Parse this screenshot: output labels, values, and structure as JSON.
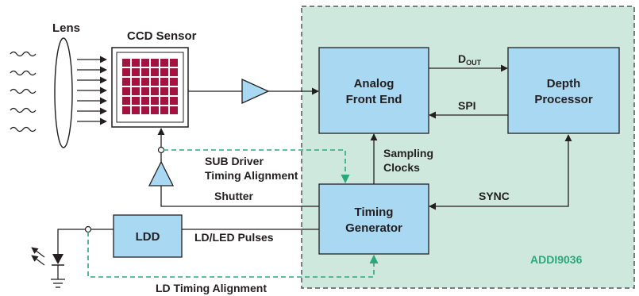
{
  "diagram": {
    "lens_label": "Lens",
    "ccd_label": "CCD Sensor",
    "afe_line1": "Analog",
    "afe_line2": "Front End",
    "depth_line1": "Depth",
    "depth_line2": "Processor",
    "timing_line1": "Timing",
    "timing_line2": "Generator",
    "ldd_label": "LDD",
    "dout_main": "D",
    "dout_sub": "OUT",
    "spi_label": "SPI",
    "sampling_line1": "Sampling",
    "sampling_line2": "Clocks",
    "sync_label": "SYNC",
    "sub_driver_line1": "SUB Driver",
    "sub_driver_line2": "Timing Alignment",
    "shutter_label": "Shutter",
    "ld_led_pulses_label": "LD/LED Pulses",
    "ld_timing_label": "LD Timing Alignment",
    "chip_name": "ADDI9036"
  },
  "colors": {
    "chip_fill": "#cfe8de",
    "chip_border": "#555555",
    "block_fill": "#a9d8f2",
    "block_border": "#231f20",
    "pixel_fill": "#a3133f",
    "dashed_green": "#2aa87a",
    "line": "#231f20"
  }
}
